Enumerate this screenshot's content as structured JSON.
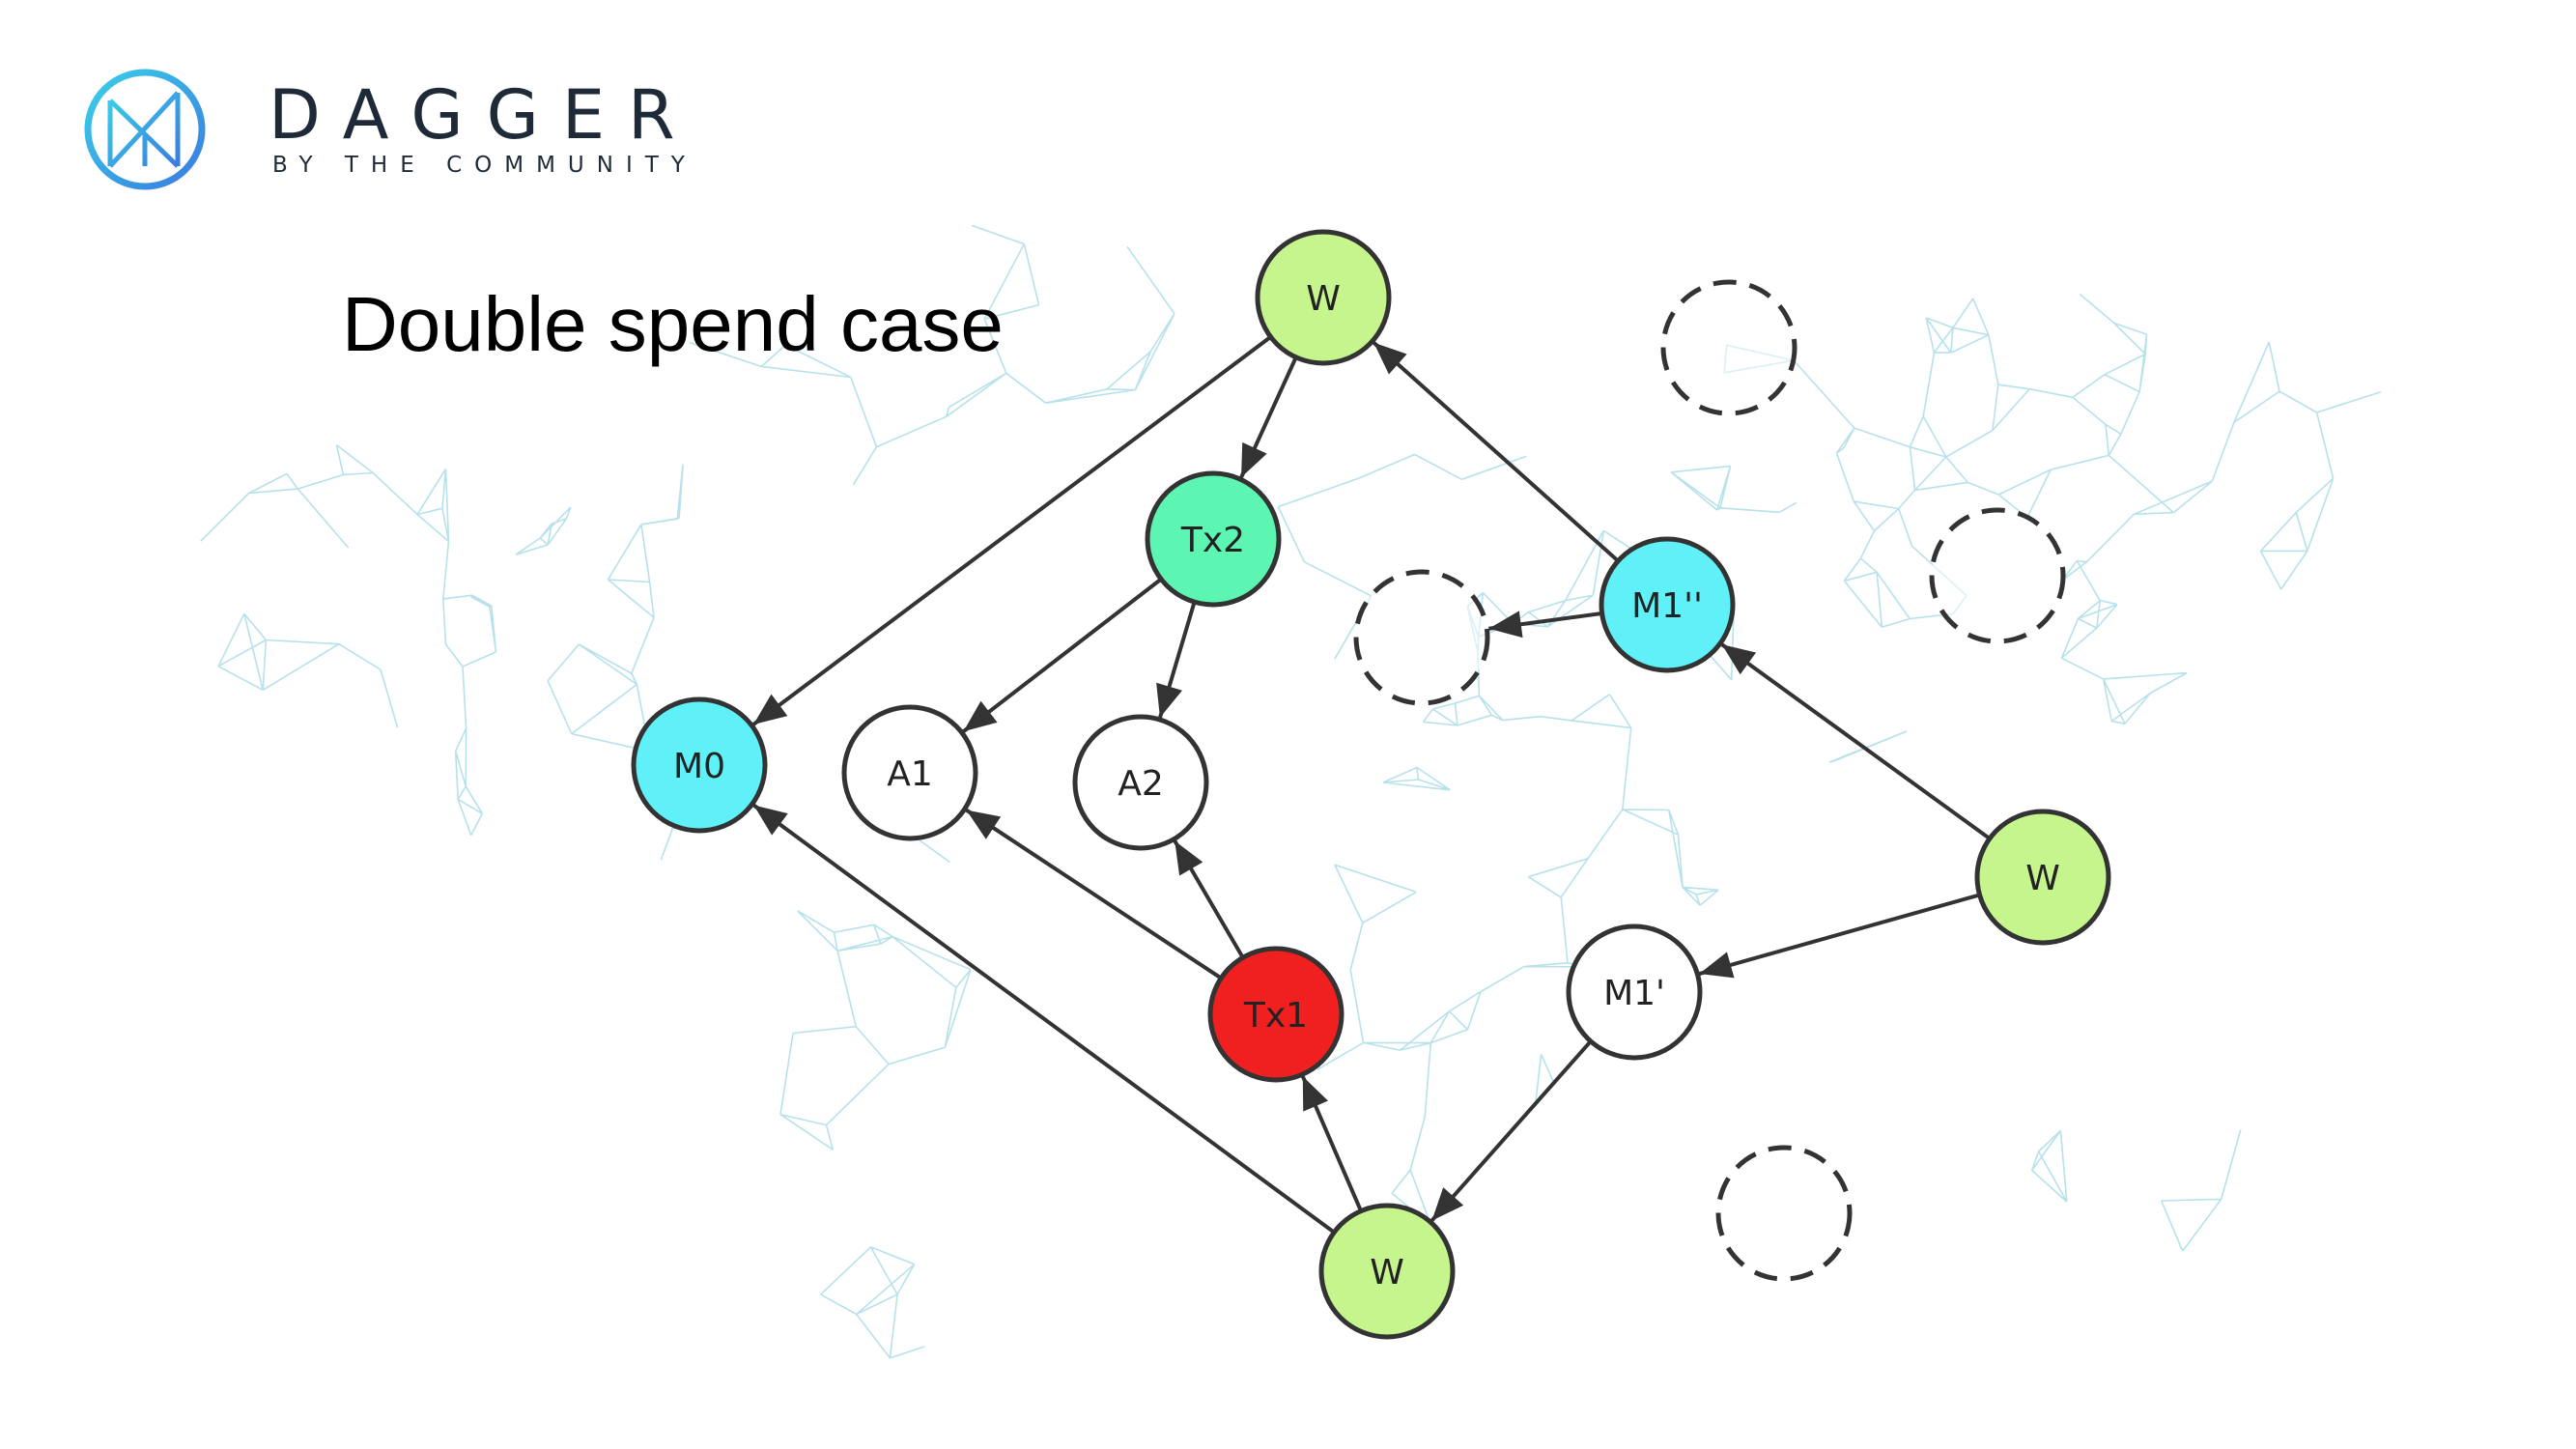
{
  "brand": {
    "name": "DAGGER",
    "tagline": "BY THE COMMUNITY",
    "logo_icon": "dagger-logo-icon",
    "logo_colors": [
      "#36c6e6",
      "#3c7fe0"
    ]
  },
  "slide": {
    "title": "Double spend case"
  },
  "colors": {
    "wallet": "#c6f58e",
    "main": "#5ff0f8",
    "tx2": "#5cf5b2",
    "tx1": "#f02020",
    "plain": "#ffffff",
    "stroke": "#333333",
    "map_lines": "#aadce8"
  },
  "nodes": [
    {
      "id": "W_top",
      "label": "W",
      "kind": "wallet"
    },
    {
      "id": "Tx2",
      "label": "Tx2",
      "kind": "tx2"
    },
    {
      "id": "M0",
      "label": "M0",
      "kind": "main"
    },
    {
      "id": "A1",
      "label": "A1",
      "kind": "plain"
    },
    {
      "id": "A2",
      "label": "A2",
      "kind": "plain"
    },
    {
      "id": "M1pp",
      "label": "M1''",
      "kind": "main"
    },
    {
      "id": "W_right",
      "label": "W",
      "kind": "wallet"
    },
    {
      "id": "M1p",
      "label": "M1'",
      "kind": "plain"
    },
    {
      "id": "Tx1",
      "label": "Tx1",
      "kind": "tx1"
    },
    {
      "id": "W_bottom",
      "label": "W",
      "kind": "wallet"
    },
    {
      "id": "E1",
      "label": "",
      "kind": "empty"
    },
    {
      "id": "E2",
      "label": "",
      "kind": "empty"
    },
    {
      "id": "E3",
      "label": "",
      "kind": "empty"
    },
    {
      "id": "E4",
      "label": "",
      "kind": "empty"
    }
  ],
  "edges": [
    {
      "from": "W_top",
      "to": "M0"
    },
    {
      "from": "W_top",
      "to": "Tx2"
    },
    {
      "from": "Tx2",
      "to": "A1"
    },
    {
      "from": "Tx2",
      "to": "A2"
    },
    {
      "from": "M1pp",
      "to": "W_top"
    },
    {
      "from": "M1pp",
      "to": "E2"
    },
    {
      "from": "W_right",
      "to": "M1pp"
    },
    {
      "from": "W_right",
      "to": "M1p"
    },
    {
      "from": "M1p",
      "to": "W_bottom"
    },
    {
      "from": "W_bottom",
      "to": "M0"
    },
    {
      "from": "W_bottom",
      "to": "Tx1"
    },
    {
      "from": "Tx1",
      "to": "A1"
    },
    {
      "from": "Tx1",
      "to": "A2"
    }
  ]
}
